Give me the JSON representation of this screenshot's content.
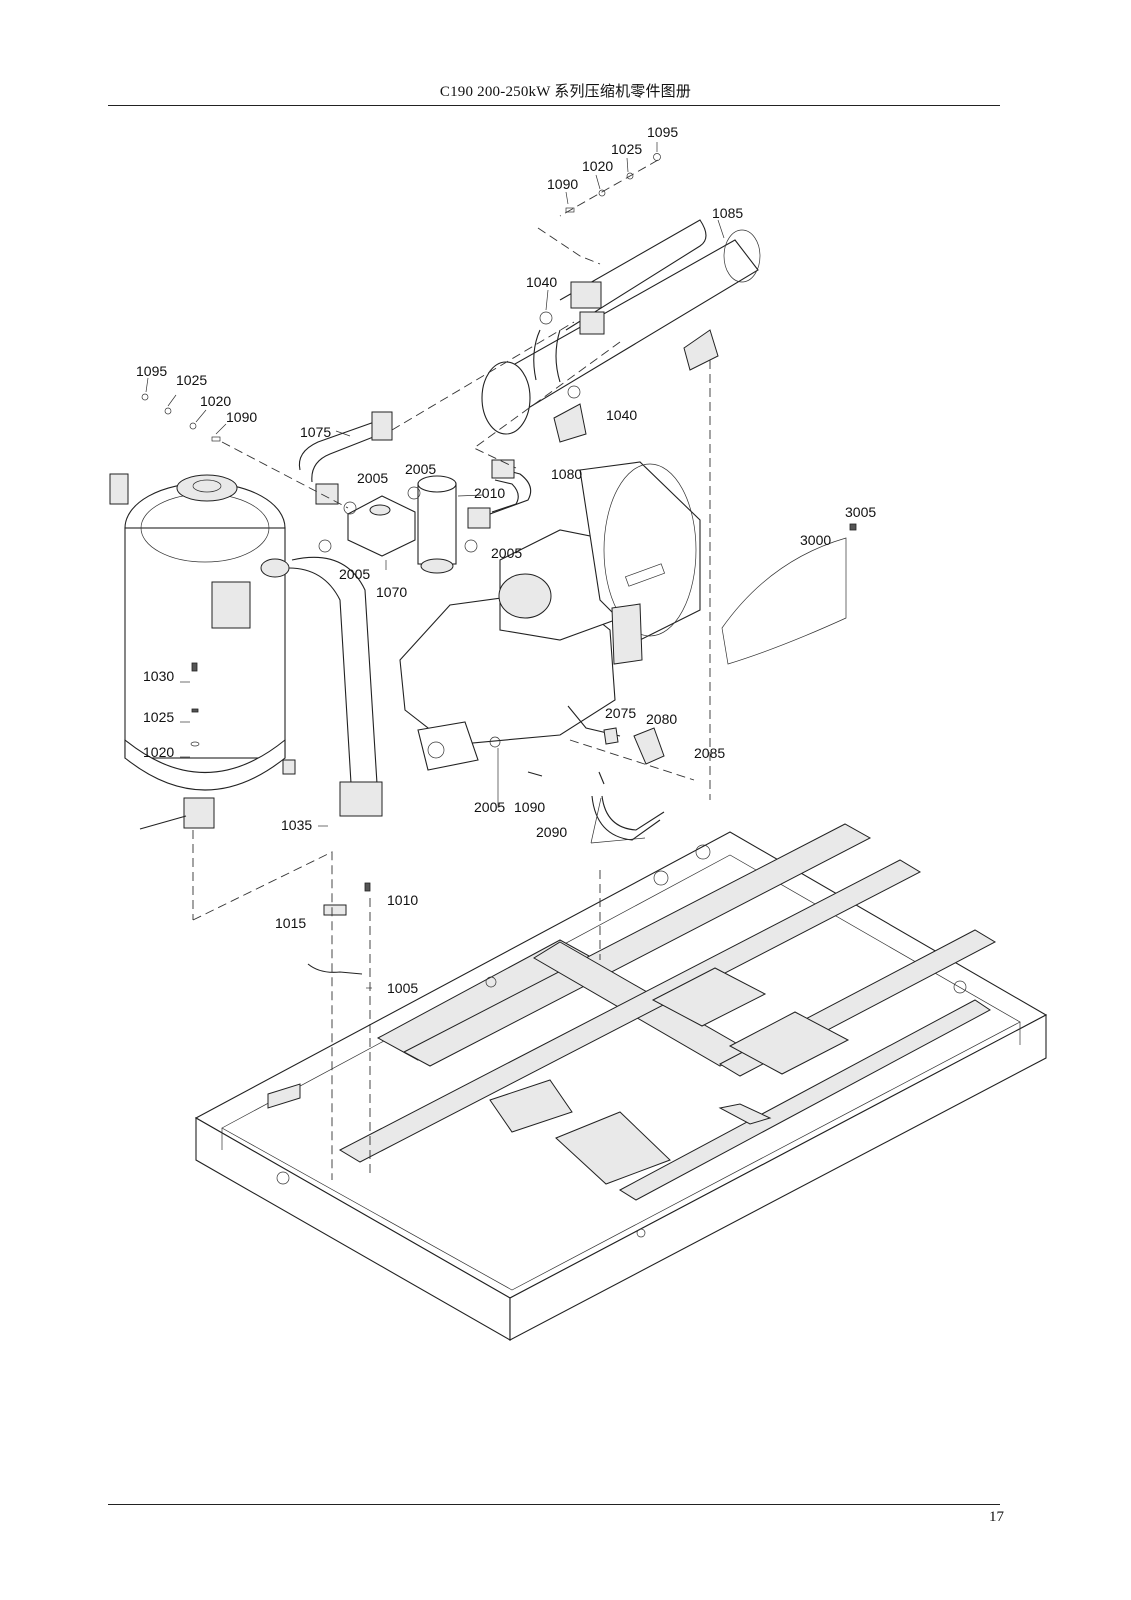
{
  "header": {
    "title": "C190 200-250kW 系列压缩机零件图册"
  },
  "footer": {
    "page_number": "17"
  },
  "callouts": {
    "c1095a": "1095",
    "c1025a": "1025",
    "c1020a": "1020",
    "c1090a": "1090",
    "c1085": "1085",
    "c1040a": "1040",
    "c1040b": "1040",
    "c1095b": "1095",
    "c1025b": "1025",
    "c1020b": "1020",
    "c1090b": "1090",
    "c1075": "1075",
    "c2005a": "2005",
    "c2005b": "2005",
    "c2010": "2010",
    "c1080": "1080",
    "c2005c": "2005",
    "c2005d": "2005",
    "c1070": "1070",
    "c3005": "3005",
    "c3000": "3000",
    "c1030": "1030",
    "c1025c": "1025",
    "c1020c": "1020",
    "c2075": "2075",
    "c2080": "2080",
    "c2085": "2085",
    "c2005e": "2005",
    "c1090c": "1090",
    "c2090": "2090",
    "c1035": "1035",
    "c1010": "1010",
    "c1015": "1015",
    "c1005": "1005"
  }
}
